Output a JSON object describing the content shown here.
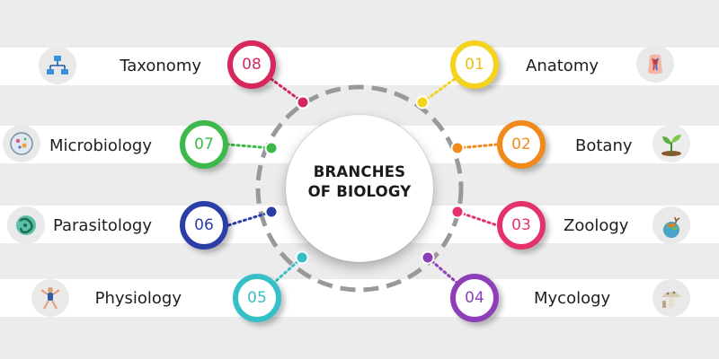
{
  "diagram": {
    "title_line1": "BRANCHES",
    "title_line2": "OF BIOLOGY",
    "branches": [
      {
        "number": "01",
        "name": "Anatomy",
        "color": "#f5d21b",
        "icon": "anatomy-torso-icon"
      },
      {
        "number": "02",
        "name": "Botany",
        "color": "#f08a1c",
        "icon": "sprout-icon"
      },
      {
        "number": "03",
        "name": "Zoology",
        "color": "#e3336a",
        "icon": "deer-globe-icon"
      },
      {
        "number": "04",
        "name": "Mycology",
        "color": "#8e3fb8",
        "icon": "mushroom-icon"
      },
      {
        "number": "05",
        "name": "Physiology",
        "color": "#35bfc6",
        "icon": "human-figure-icon"
      },
      {
        "number": "06",
        "name": "Parasitology",
        "color": "#2b3ea8",
        "icon": "parasite-icon"
      },
      {
        "number": "07",
        "name": "Microbiology",
        "color": "#3cb94a",
        "icon": "petri-dish-icon"
      },
      {
        "number": "08",
        "name": "Taxonomy",
        "color": "#d6285c",
        "icon": "hierarchy-chart-icon"
      }
    ]
  }
}
